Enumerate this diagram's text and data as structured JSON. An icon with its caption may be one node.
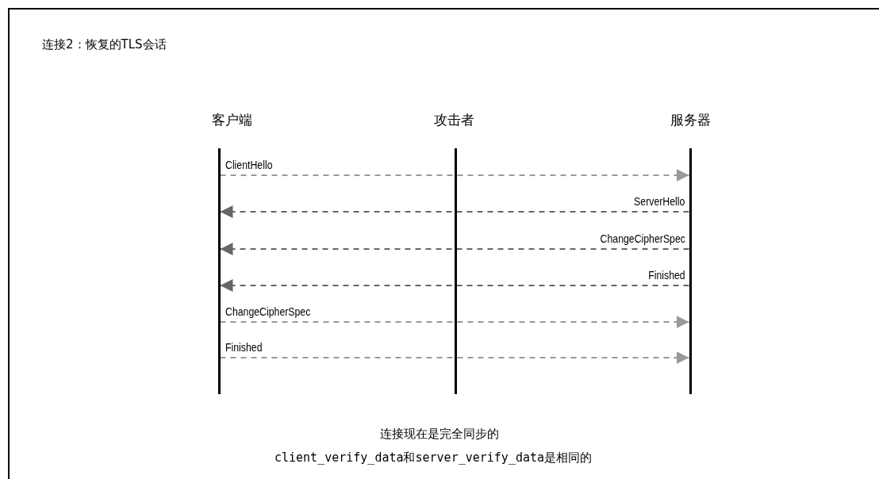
{
  "diagram": {
    "title": "连接2：恢复的TLS会话",
    "nodes": [
      {
        "text": [],
        "shape": "bar"
      },
      {
        "text": [],
        "shape": "bar"
      },
      {
        "text": [],
        "shape": "bar"
      }
    ],
    "edges": [
      {
        "from": 0,
        "to": 2,
        "arrow": "to",
        "label": "ClientHello",
        "style": "dashed",
        "color": "#999999"
      },
      {
        "from": 2,
        "to": 0,
        "arrow": "to",
        "label": "ServerHello",
        "style": "dashed",
        "color": "#666666"
      },
      {
        "from": 2,
        "to": 0,
        "arrow": "to",
        "label": "ChangeCipherSpec",
        "style": "dashed",
        "color": "#666666"
      },
      {
        "from": 2,
        "to": 0,
        "arrow": "to",
        "label": "Finished",
        "style": "dashed",
        "color": "#666666"
      },
      {
        "from": 0,
        "to": 2,
        "arrow": "to",
        "label": "ChangeCipherSpec",
        "style": "dashed",
        "color": "#999999"
      },
      {
        "from": 0,
        "to": 2,
        "arrow": "to",
        "label": "Finished",
        "style": "dashed",
        "color": "#999999"
      }
    ],
    "labels": [
      "客户端",
      "攻击者",
      "服务器",
      "连接现在是完全同步的",
      "client_verify_data和server_verify_data是相同的"
    ]
  }
}
